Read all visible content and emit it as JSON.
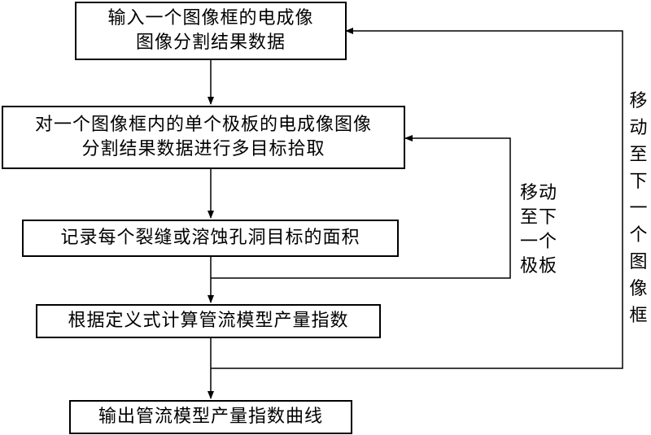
{
  "flowchart": {
    "steps": [
      {
        "line1": "输入一个图像框的电成像",
        "line2": "图像分割结果数据"
      },
      {
        "line1": "对一个图像框内的单个极板的电成像图像",
        "line2": "分割结果数据进行多目标拾取"
      },
      {
        "text": "记录每个裂缝或溶蚀孔洞目标的面积"
      },
      {
        "text": "根据定义式计算管流模型产量指数"
      },
      {
        "text": "输出管流模型产量指数曲线"
      }
    ],
    "loops": {
      "inner_label": [
        "移动",
        "至下",
        "一个",
        "极板"
      ],
      "outer_label": [
        "移",
        "动",
        "至",
        "下",
        "一",
        "个",
        "图",
        "像",
        "框"
      ]
    }
  }
}
